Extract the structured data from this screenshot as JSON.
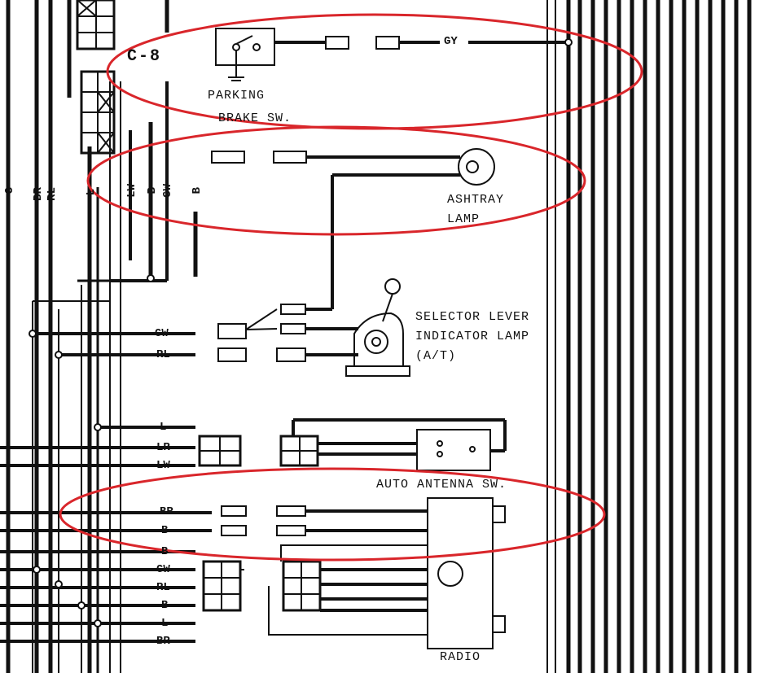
{
  "connector_label": "C-8",
  "components": {
    "parking_brake_sw": [
      "PARKING",
      "BRAKE SW."
    ],
    "ashtray_lamp": [
      "ASHTRAY",
      "LAMP"
    ],
    "selector_lever": [
      "SELECTOR LEVER",
      "INDICATOR LAMP",
      "(A/T)"
    ],
    "auto_antenna_sw": "AUTO ANTENNA SW.",
    "radio": "RADIO"
  },
  "wire_colors": {
    "gy": "GY",
    "top_left": [
      "G",
      "BR",
      "RL",
      "L"
    ],
    "top_mid": [
      "LW",
      "B",
      "GW",
      "B"
    ],
    "selector": [
      "GW",
      "RL"
    ],
    "antenna": [
      "L",
      "LR",
      "LW"
    ],
    "radio_top": [
      "BR",
      "B"
    ],
    "radio_bottom": [
      "B",
      "GW",
      "RL",
      "B",
      "L",
      "BR"
    ]
  },
  "highlight_color": "#d9262b"
}
